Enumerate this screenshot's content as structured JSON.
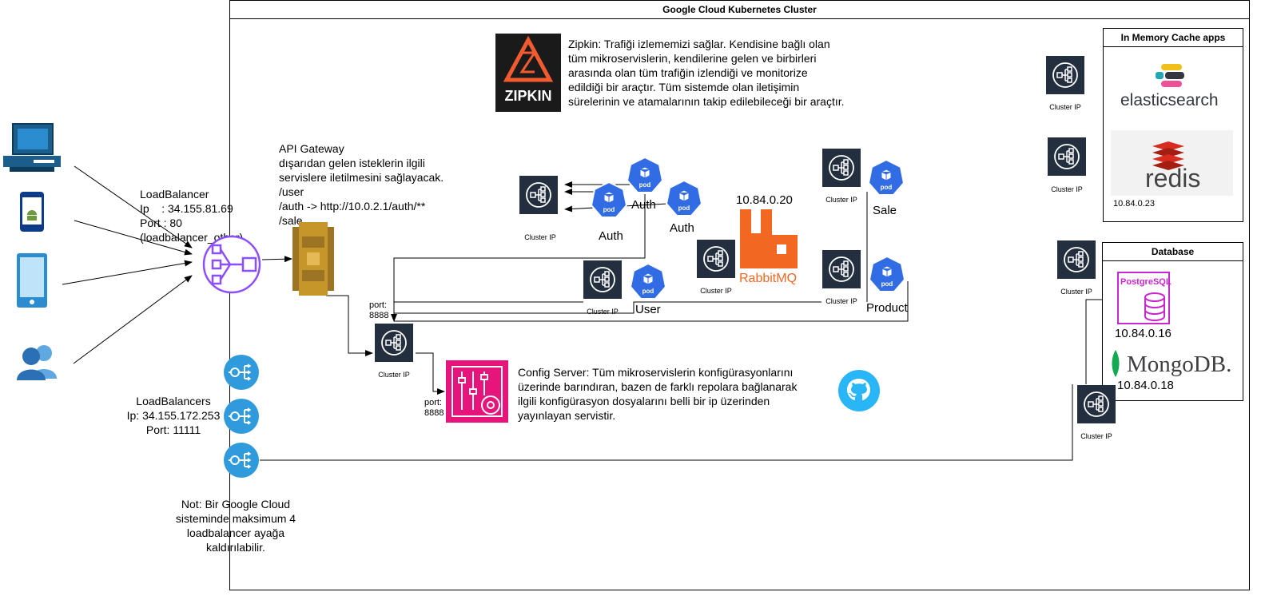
{
  "cluster": {
    "title": "Google Cloud Kubernetes Cluster"
  },
  "cache": {
    "title": "In Memory Cache apps",
    "elastic_label": "elasticsearch",
    "redis_label": "redis",
    "ip": "10.84.0.23"
  },
  "database": {
    "title": "Database",
    "postgres_label": "PostgreSQL",
    "postgres_ip": "10.84.0.16",
    "mongo_label": "MongoDB.",
    "mongo_ip": "10.84.0.18"
  },
  "zipkin": {
    "logo_text": "ZIPKIN",
    "lines": [
      "Zipkin: Trafiği izlememizi sağlar. Kendisine bağlı olan",
      "tüm mikroservislerin, kendilerine gelen ve birbirleri",
      "arasında olan tüm trafiğin izlendiği ve monitorize",
      "edildiği bir araçtır. Tüm sistemde olan iletişimin",
      "sürelerinin ve atamalarının takip edilebileceği bir araçtır."
    ]
  },
  "api_gateway": {
    "lines": [
      "API Gateway",
      "dışarıdan gelen isteklerin ilgili",
      "servislere iletilmesini sağlayacak.",
      "/user",
      "/auth -> http://10.0.2.1/auth/**",
      "/sale"
    ]
  },
  "load_balancer": {
    "lines": [
      "LoadBalancer",
      "Ip    : 34.155.81.69",
      "Port : 80",
      "(loadbalancer_other)"
    ]
  },
  "load_balancers": {
    "lines": [
      "LoadBalancers",
      "Ip: 34.155.172.253",
      "Port: 11111"
    ]
  },
  "note": {
    "lines": [
      "Not: Bir Google Cloud",
      "sisteminde maksimum 4",
      "loadbalancer ayağa",
      "kaldırılabilir."
    ]
  },
  "config_server": {
    "lines": [
      "Config Server: Tüm mikroservislerin konfigürasyonlarını",
      "üzerinde barındıran, bazen de farklı repolara bağlanarak",
      "ilgili konfigürasyon dosyalarını belli bir ip üzerinden",
      "yayınlayan servistir."
    ]
  },
  "cluster_ip_label": "Cluster IP",
  "pod_label": "pod",
  "services": {
    "auth": "Auth",
    "sale": "Sale",
    "user": "User",
    "product": "Product"
  },
  "rabbitmq": {
    "ip": "10.84.0.20",
    "label": "RabbitMQ"
  },
  "ports": {
    "gateway_port": [
      "port:",
      "8888"
    ],
    "config_port": [
      "port:",
      "8888"
    ]
  },
  "icons": {
    "clients": [
      "desktop-computer-icon",
      "android-phone-icon",
      "tablet-icon",
      "users-icon"
    ],
    "load_balancer": "load-balancer-icon",
    "api_gateway": "api-gateway-icon",
    "config": "config-server-icon",
    "github": "github-icon",
    "cluster_ip": "cluster-ip-icon",
    "pod": "pod-icon"
  },
  "colors": {
    "cluster_ip_bg": "#232f3e",
    "pod": "#326ce5",
    "lb_purple": "#8c4fff",
    "lb_blue": "#2f9bdc",
    "gateway_gold": "#c7962b",
    "config_pink": "#e7157b",
    "rabbit_orange": "#f26722",
    "zipkin_orange": "#f25a2f",
    "postgres_magenta": "#c925d1",
    "mongo_green": "#13aa52",
    "redis_red": "#d82c20"
  }
}
